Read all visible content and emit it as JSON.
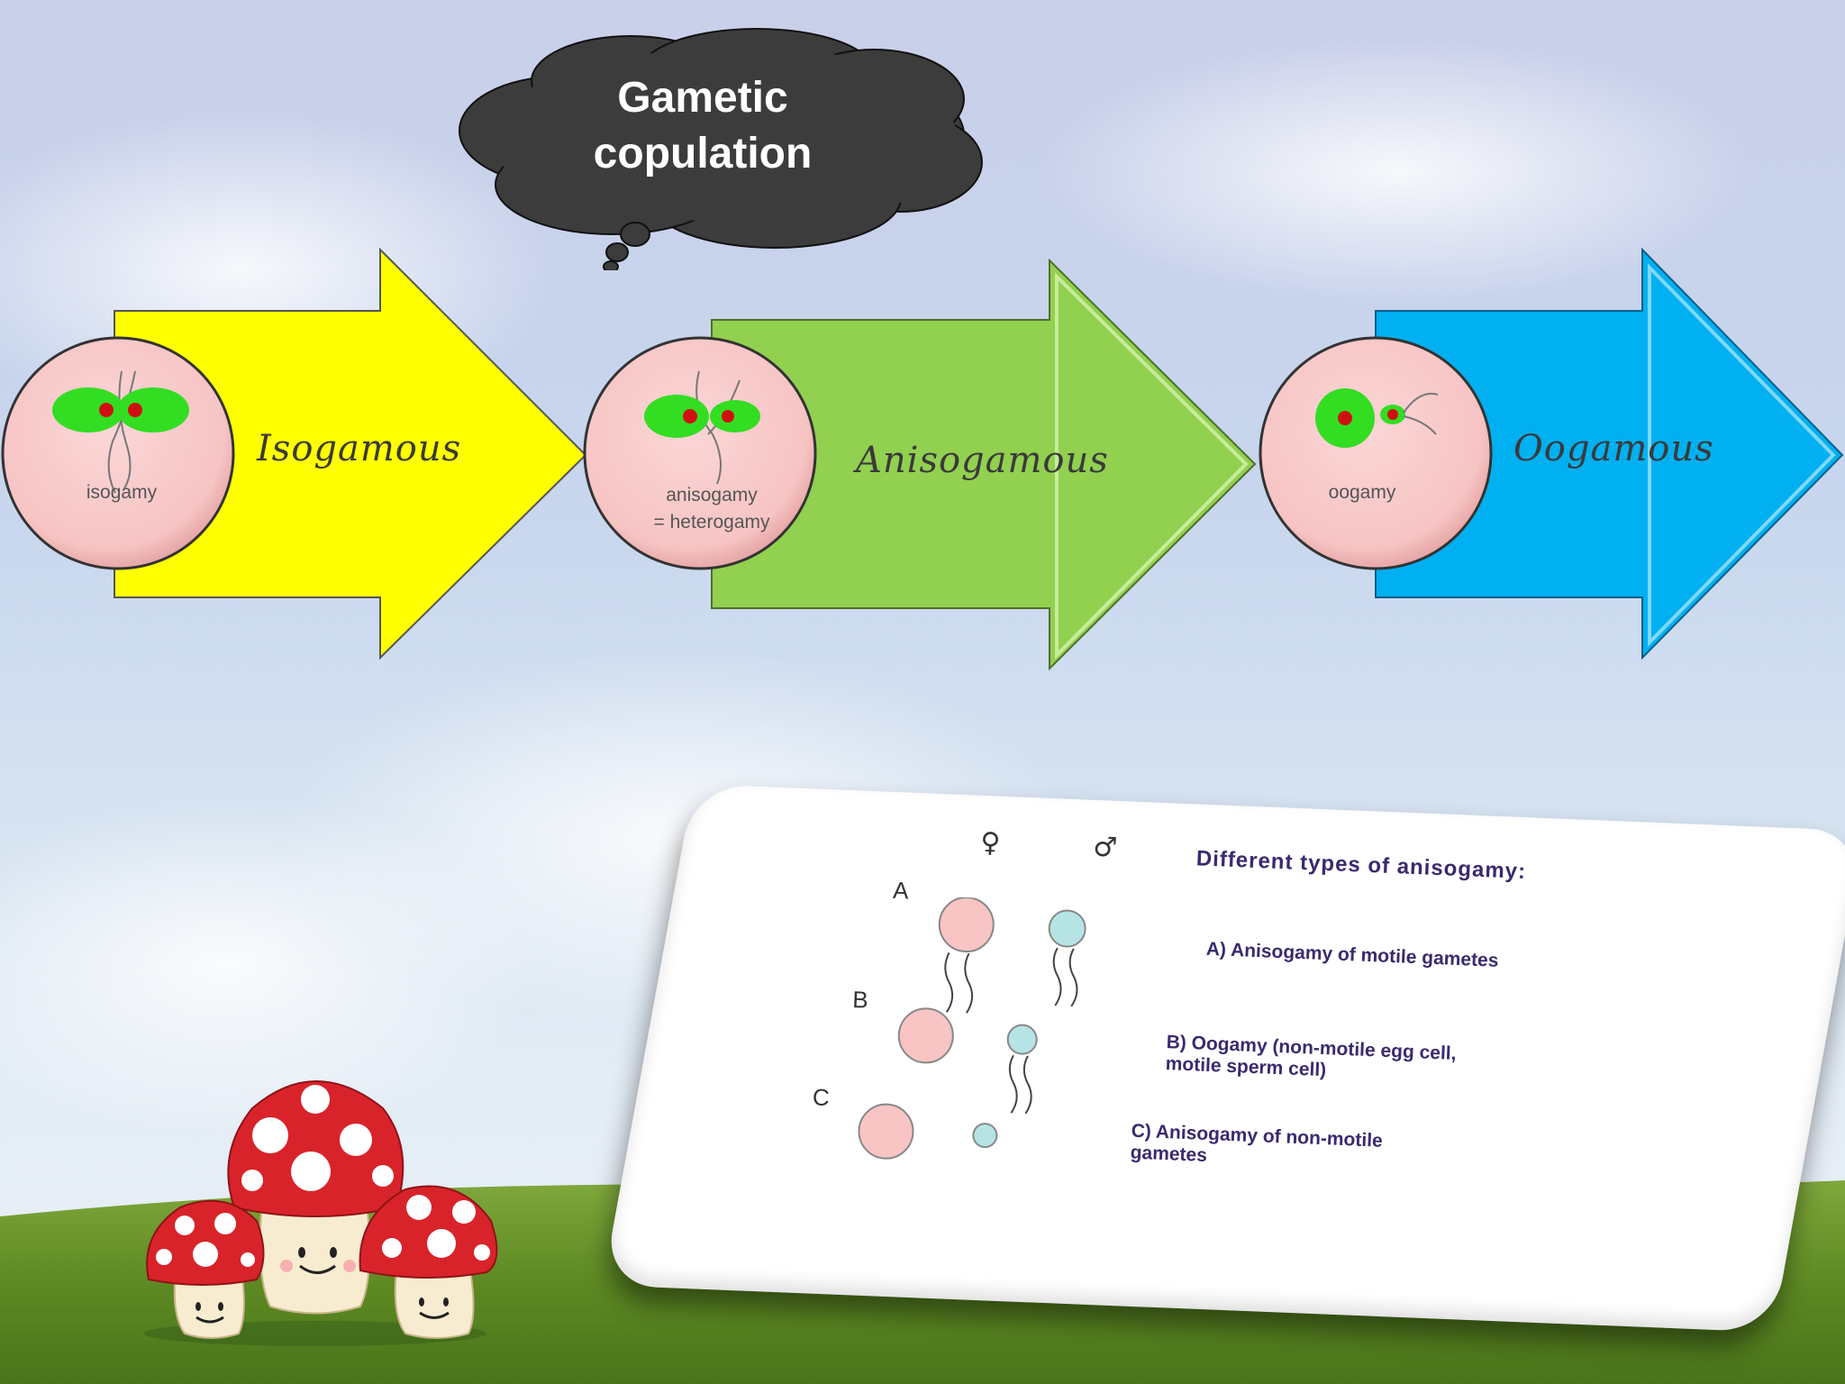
{
  "speech_bubble": {
    "title": "Gametic copulation"
  },
  "arrows": [
    {
      "label": "Isogamous",
      "color": "#ffff00",
      "circle_label_1": "isogamy",
      "circle_label_2": ""
    },
    {
      "label": "Anisogamous",
      "color": "#92d050",
      "circle_label_1": "anisogamy",
      "circle_label_2": "= heterogamy"
    },
    {
      "label": "Oogamous",
      "color": "#00b0f0",
      "circle_label_1": "oogamy",
      "circle_label_2": ""
    }
  ],
  "card": {
    "title": "Different types of anisogamy:",
    "female_symbol": "♀",
    "male_symbol": "♂",
    "rows": [
      {
        "letter": "A",
        "text_line_1": "A) Anisogamy of motile gametes",
        "text_line_2": ""
      },
      {
        "letter": "B",
        "text_line_1": "B) Oogamy (non-motile egg cell,",
        "text_line_2": "motile sperm cell)"
      },
      {
        "letter": "C",
        "text_line_1": "C) Anisogamy of non-motile",
        "text_line_2": "gametes"
      }
    ]
  }
}
